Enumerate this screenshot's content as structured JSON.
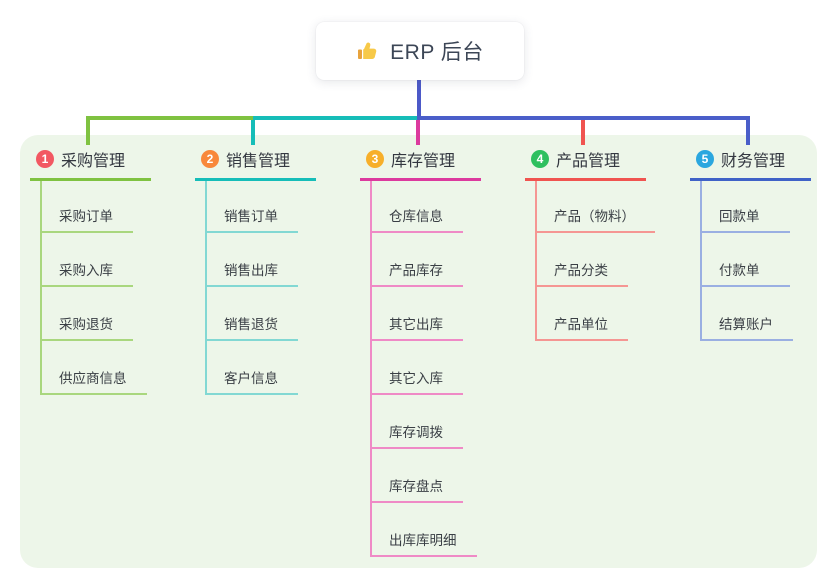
{
  "canvas": {
    "background": "#FFFFFF",
    "panel_background": "#EDF6E9"
  },
  "root": {
    "icon": "thumbs-up",
    "icon_color": "#F7C244",
    "label": "ERP 后台"
  },
  "connector": {
    "trunk_color": "#4C59C8",
    "right_segment_color": "#4A5EC9"
  },
  "branches": [
    {
      "badge": "1",
      "label": "采购管理",
      "badge_color": "#F25862",
      "line_color": "#7FC241",
      "child_line_color": "#A9D77E",
      "children": [
        "采购订单",
        "采购入库",
        "采购退货",
        "供应商信息"
      ]
    },
    {
      "badge": "2",
      "label": "销售管理",
      "badge_color": "#F8883B",
      "line_color": "#16BDB8",
      "child_line_color": "#82D8D3",
      "children": [
        "销售订单",
        "销售出库",
        "销售退货",
        "客户信息"
      ]
    },
    {
      "badge": "3",
      "label": "库存管理",
      "badge_color": "#F7AF2A",
      "line_color": "#DC3A9E",
      "child_line_color": "#EF8AC6",
      "children": [
        "仓库信息",
        "产品库存",
        "其它出库",
        "其它入库",
        "库存调拨",
        "库存盘点",
        "出库库明细"
      ]
    },
    {
      "badge": "4",
      "label": "产品管理",
      "badge_color": "#2EC05F",
      "line_color": "#F05450",
      "child_line_color": "#F59693",
      "children": [
        "产品（物料）",
        "产品分类",
        "产品单位"
      ]
    },
    {
      "badge": "5",
      "label": "财务管理",
      "badge_color": "#2BA7DF",
      "line_color": "#4062C7",
      "child_line_color": "#9AAFE2",
      "children": [
        "回款单",
        "付款单",
        "结算账户"
      ]
    }
  ]
}
